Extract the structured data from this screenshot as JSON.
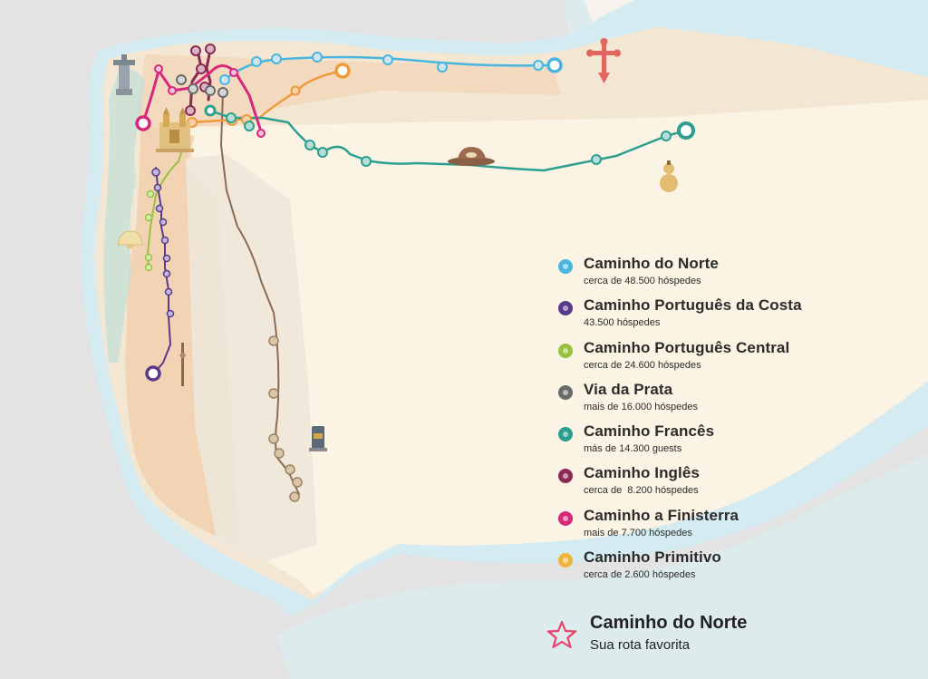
{
  "map": {
    "routes": [
      {
        "name": "Caminho do Norte",
        "color": "#48b6df"
      },
      {
        "name": "Caminho Português da Costa",
        "color": "#5a3a8a"
      },
      {
        "name": "Caminho Português Central",
        "color": "#97c23e"
      },
      {
        "name": "Via da Prata",
        "color": "#6a6a6a"
      },
      {
        "name": "Caminho Francês",
        "color": "#2c9f90"
      },
      {
        "name": "Caminho Inglês",
        "color": "#8a2a55"
      },
      {
        "name": "Caminho a Finisterra",
        "color": "#d8287e"
      },
      {
        "name": "Caminho Primitivo",
        "color": "#ef9a3a"
      }
    ],
    "icons": [
      "cathedral-icon",
      "cross-of-santiago-icon",
      "pilgrim-hat-icon",
      "gourd-icon",
      "scallop-shell-icon",
      "pilgrim-staff-icon",
      "milestone-icon",
      "lighthouse-icon"
    ]
  },
  "legend": {
    "items": [
      {
        "title": "Caminho do Norte",
        "subtitle": "cerca de 48.500 hóspedes",
        "color": "#48b6df"
      },
      {
        "title": "Caminho Português da Costa",
        "subtitle": "43.500 hóspedes",
        "color": "#5a3a8a"
      },
      {
        "title": "Caminho Português Central",
        "subtitle": "cerca de 24.600 hóspedes",
        "color": "#97c23e"
      },
      {
        "title": "Via da Prata",
        "subtitle": "mais de 16.000 hóspedes",
        "color": "#6a6a6a"
      },
      {
        "title": "Caminho Francês",
        "subtitle": "más de 14.300 guests",
        "color": "#2c9f90"
      },
      {
        "title": "Caminho Inglês",
        "subtitle": "cerca de  8.200 hóspedes",
        "color": "#8a2a55"
      },
      {
        "title": "Caminho a Finisterra",
        "subtitle": "mais de 7.700 hóspedes",
        "color": "#d8287e"
      },
      {
        "title": "Caminho Primitivo",
        "subtitle": "cerca de 2.600 hóspedes",
        "color": "#efb43a"
      }
    ]
  },
  "favorite": {
    "title": "Caminho do Norte",
    "subtitle": "Sua rota favorita",
    "color": "#e8436b"
  }
}
